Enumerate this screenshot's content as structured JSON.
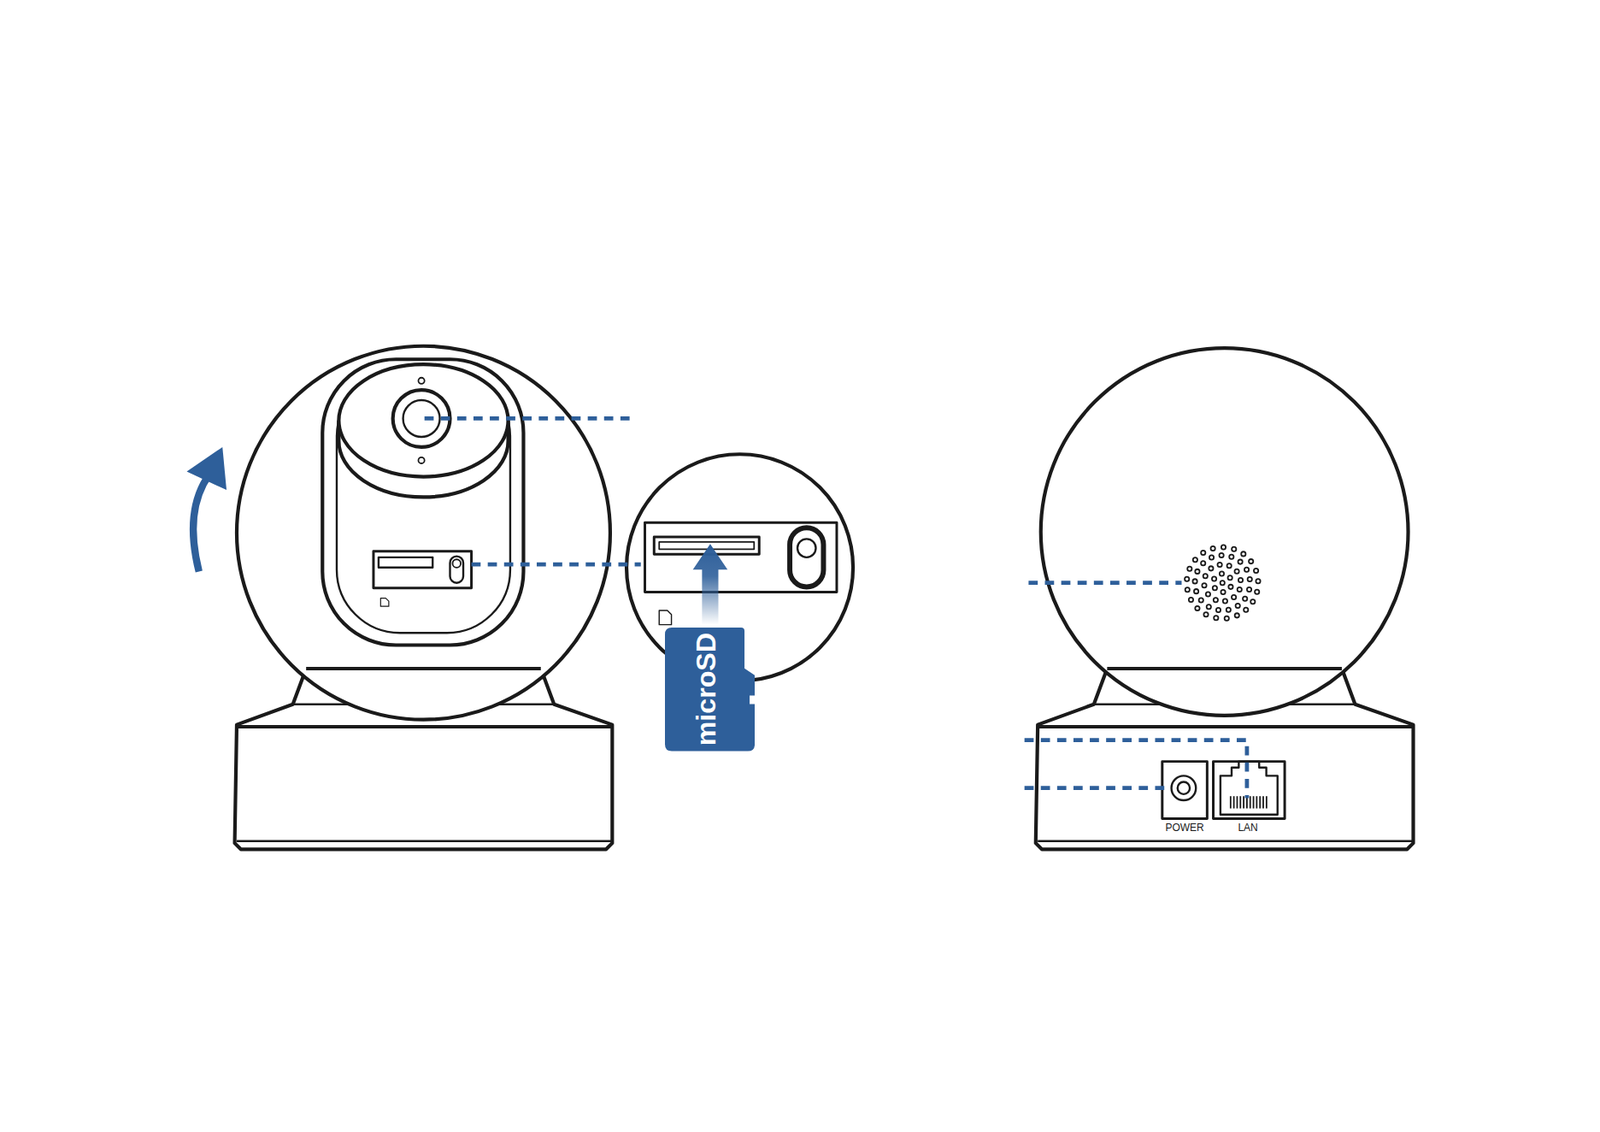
{
  "diagram": {
    "nodes": [
      {
        "text": [
          "microSD"
        ]
      }
    ],
    "labels": [
      "POWER",
      "LAN"
    ]
  }
}
